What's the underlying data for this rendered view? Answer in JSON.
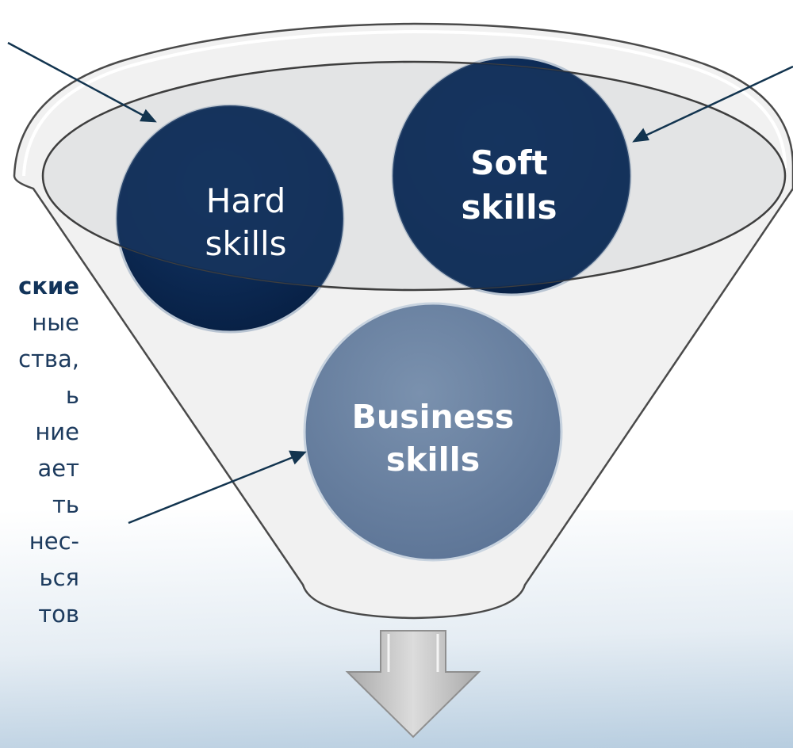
{
  "circles": {
    "hard": {
      "line1": "Hard",
      "line2": "skills"
    },
    "soft": {
      "line1": "Soft",
      "line2": "skills"
    },
    "business": {
      "line1": "Business",
      "line2": "skills"
    }
  },
  "left_text": {
    "lines": [
      "ские",
      "ные",
      "ства,",
      "ь",
      "ние",
      "ает",
      "ть",
      "нес-",
      "ься",
      "тов"
    ]
  },
  "colors": {
    "hard_fill": "#0c2b57",
    "soft_fill": "#0c2b57",
    "business_fill": "#6981a1",
    "arrow_line": "#12344f",
    "down_arrow": "#c4c4c4",
    "text_dark": "#1d3b5e"
  },
  "icons": [
    "down-arrow-icon",
    "pointer-arrow-icon"
  ]
}
